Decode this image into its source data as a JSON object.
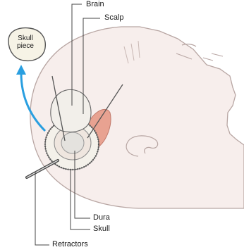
{
  "labels": {
    "brain": "Brain",
    "scalp": "Scalp",
    "skull_piece_line1": "Skull",
    "skull_piece_line2": "piece",
    "dura": "Dura",
    "skull": "Skull",
    "retractors": "Retractors"
  },
  "colors": {
    "skin": "#f7eeec",
    "skin_outline": "#b8a6a3",
    "scalp_flap": "#e8a291",
    "skull_bone": "#f4f1ea",
    "brain": "#e4e2de",
    "arrow": "#2a9fe0",
    "leader_line": "#444444"
  }
}
